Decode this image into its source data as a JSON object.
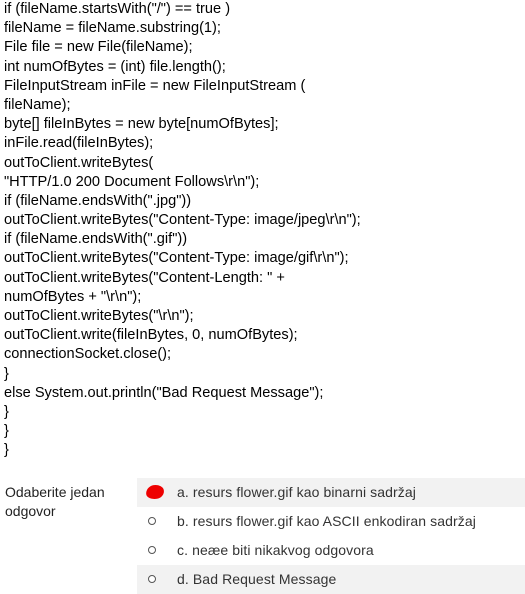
{
  "code_lines": [
    "if (fileName.startsWith(\"/\") == true )",
    "fileName = fileName.substring(1);",
    "File file = new File(fileName);",
    "int numOfBytes = (int) file.length();",
    "FileInputStream inFile = new FileInputStream (",
    "fileName);",
    "byte[] fileInBytes = new byte[numOfBytes];",
    "inFile.read(fileInBytes);",
    "outToClient.writeBytes(",
    "\"HTTP/1.0 200 Document Follows\\r\\n\");",
    "if (fileName.endsWith(\".jpg\"))",
    "outToClient.writeBytes(\"Content-Type: image/jpeg\\r\\n\");",
    "if (fileName.endsWith(\".gif\"))",
    "outToClient.writeBytes(\"Content-Type: image/gif\\r\\n\");",
    "outToClient.writeBytes(\"Content-Length: \" +",
    "numOfBytes + \"\\r\\n\");",
    "outToClient.writeBytes(\"\\r\\n\");",
    "outToClient.write(fileInBytes, 0, numOfBytes);",
    "connectionSocket.close();",
    "}",
    "else System.out.println(\"Bad Request Message\");",
    "}",
    "}",
    "}"
  ],
  "question": {
    "label": "Odaberite jedan odgovor",
    "selected_index": 0,
    "selected_color": "#ee0000",
    "answers": [
      {
        "text": "a. resurs flower.gif kao binarni sadržaj"
      },
      {
        "text": "b. resurs flower.gif kao ASCII enkodiran sadržaj"
      },
      {
        "text": "c. neæe biti nikakvog odgovora"
      },
      {
        "text": "d. Bad Request Message"
      }
    ]
  }
}
